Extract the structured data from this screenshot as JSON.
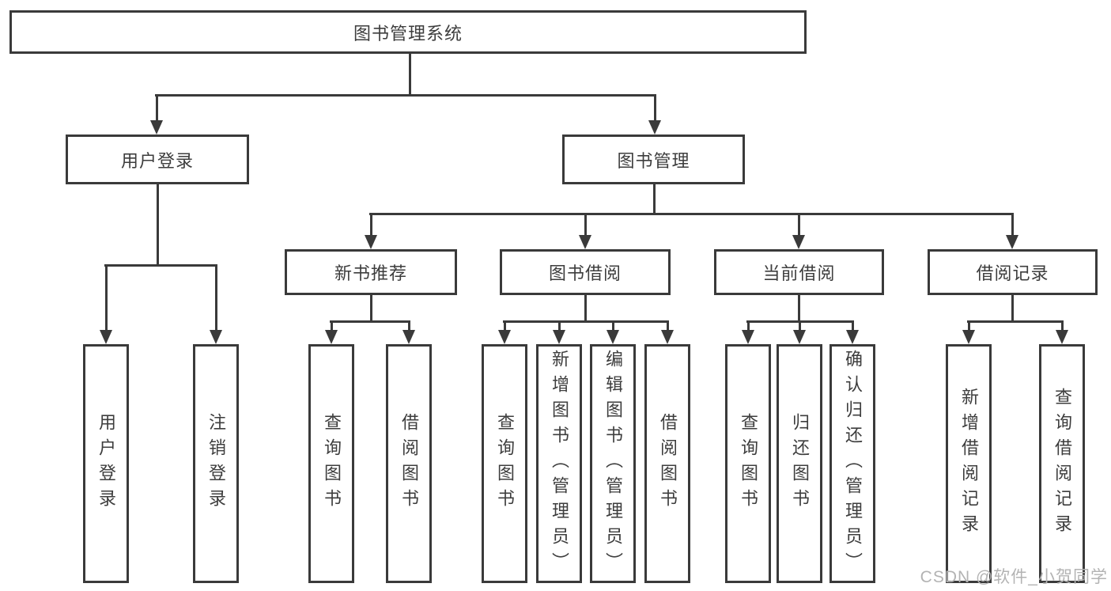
{
  "tree": {
    "label": "图书管理系统",
    "children": [
      {
        "label": "用户登录",
        "children": [
          {
            "label": "用户登录"
          },
          {
            "label": "注销登录"
          }
        ]
      },
      {
        "label": "图书管理",
        "children": [
          {
            "label": "新书推荐",
            "children": [
              {
                "label": "查询图书"
              },
              {
                "label": "借阅图书"
              }
            ]
          },
          {
            "label": "图书借阅",
            "children": [
              {
                "label": "查询图书"
              },
              {
                "label": "新增图书（管理员）"
              },
              {
                "label": "编辑图书（管理员）"
              },
              {
                "label": "借阅图书"
              }
            ]
          },
          {
            "label": "当前借阅",
            "children": [
              {
                "label": "查询图书"
              },
              {
                "label": "归还图书"
              },
              {
                "label": "确认归还（管理员）"
              }
            ]
          },
          {
            "label": "借阅记录",
            "children": [
              {
                "label": "新增借阅记录"
              },
              {
                "label": "查询借阅记录"
              }
            ]
          }
        ]
      }
    ]
  },
  "watermark": "CSDN @软件_小贺同学",
  "colors": {
    "line": "#3a3a3a",
    "text": "#3d3d3d",
    "watermark": "#b3b3b3",
    "background": "#ffffff"
  }
}
